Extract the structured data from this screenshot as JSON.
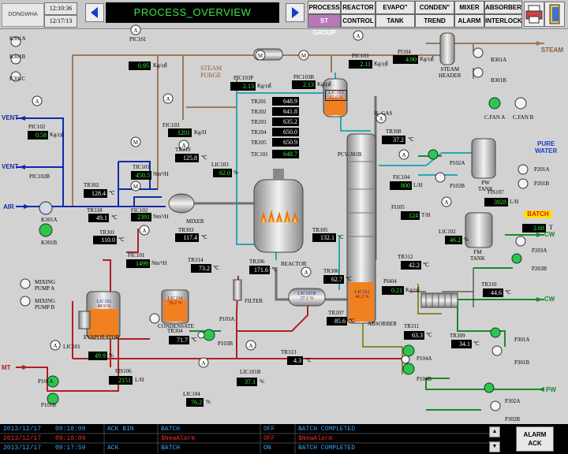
{
  "header": {
    "logo": "DONGWHA",
    "time": "12:10:36",
    "date": "12/17/13",
    "title": "PROCESS_OVERVIEW"
  },
  "nav": {
    "row1": [
      "PROCESS",
      "REACTOR",
      "EVAPO\"",
      "CONDEN\"",
      "MIXER",
      "ABSORBER"
    ],
    "row2": [
      "ST GROUP",
      "CONTROL",
      "TANK",
      "TREND",
      "ALARM",
      "INTERLOCK"
    ]
  },
  "tags": {
    "K301A": "K301A",
    "K301B": "K301B",
    "K301C": "K301C",
    "PIC101": "PIC101",
    "PIC101_val": "0.95",
    "PIC101_unit": "Kg/㎠",
    "steam_purge": "STEAM\nPURGE",
    "PIC103P": "PIC103P",
    "PIC103P_val": "2.13",
    "PIC103P_unit": "Kg/㎠",
    "PIC103B": "PIC103B",
    "PIC103B_val": "2.13",
    "PIC103B_unit": "Kg/㎠",
    "PIC103": "PIC103",
    "PIC103_val": "2.11",
    "PIC103_unit": "Kg/㎠",
    "PI104": "PI104",
    "PI104_val": "4.90",
    "PI104_unit": "Kg/㎠",
    "steam_header": "STEAM\nHEADER",
    "steam": "STEAM",
    "B301A": "B301A",
    "B301B": "B301B",
    "vent1": "VENT",
    "vent2": "VENT",
    "air": "AIR",
    "mt": "MT",
    "cw1": "CW",
    "cw2": "CW",
    "pw": "PW",
    "PIC102": "PIC102",
    "PIC102_val": "0.58",
    "PIC102_unit": "Kg/㎠",
    "PIC102B": "PIC102B",
    "FIC103": "FIC103",
    "FIC103_val": "1201",
    "FIC103_unit": "Kg/H",
    "TR319": "TR319",
    "TR319_val": "125.8",
    "TR319_unit": "℃",
    "LIC103": "LIC103",
    "LIC103_val": "62.0",
    "LIC103_unit": "%",
    "TR201": "TR201",
    "TR201_val": "648.9",
    "TR202": "TR202",
    "TR202_val": "641.8",
    "TR203": "TR203",
    "TR203_val": "635.2",
    "TR204": "TR204",
    "TR204_val": "650.0",
    "TR205": "TR205",
    "TR205_val": "650.9",
    "TIC101": "TIC101",
    "TIC101_val": "648.7",
    "LIC103_box": "LIC103",
    "LIC103_box_val": "62.0 %",
    "H2GAS": "H₂ GAS",
    "PCV301B": "PCV-301B",
    "TR308": "TR308",
    "TR308_val": "37.2",
    "TR308_unit": "℃",
    "CFANA": "C.FAN A",
    "CFANB": "C.FAN B",
    "pure_water": "PURE\nWATER",
    "TR302": "TR302",
    "TR302_val": "128.4",
    "TR302_unit": "℃",
    "TIC101b": "TIC101",
    "TIC101b_val": "450.5",
    "TIC101b_unit": "Nm³/H",
    "FIC102": "FIC102",
    "FIC102_val": "2391",
    "FIC102_unit": "Nm³/H",
    "TR318": "TR318",
    "TR318_val": "49.1",
    "TR318_unit": "℃",
    "K301A2": "K301A",
    "K301B2": "K301B",
    "mixer": "MIXER",
    "FIC104": "FIC104",
    "FIC104_val": "800",
    "FIC104_unit": "L/H",
    "P102A": "P102A",
    "P102B": "P102B",
    "PW_TANK": "PW\nTANK",
    "P201A": "P201A",
    "P201B": "P201B",
    "FIS107": "FIS107",
    "FIS107_val": "3928",
    "FIS107_unit": "L/H",
    "batch": "BATCH",
    "batch_val": "2.68",
    "batch_unit": "T",
    "TR301": "TR301",
    "TR301_val": "110.0",
    "TR301_unit": "℃",
    "TR303": "TR303",
    "TR303_val": "117.4",
    "TR303_unit": "℃",
    "FI105": "FI105",
    "FI105_val": "124",
    "FI105_unit": "T/H",
    "LIC102": "LIC102",
    "LIC102_val": "46.2",
    "LIC102_unit": "%",
    "FM_TANK": "FM\nTANK",
    "P203A": "P203A",
    "P203B": "P203B",
    "FIC101": "FIC101",
    "FIC101_val": "1499",
    "FIC101_unit": "Nm³/H",
    "TR305": "TR305",
    "TR305_val": "132.1",
    "TR305_unit": "℃",
    "TR314": "TR314",
    "TR314_val": "73.2",
    "TR314_unit": "℃",
    "TR206": "TR206",
    "TR206_val": "171.6",
    "TR206_unit": "℃",
    "reactor": "REACTOR",
    "TR312": "TR312",
    "TR312_val": "42.2",
    "TR312_unit": "℃",
    "mixing_a": "MIXING\nPUMP A",
    "mixing_b": "MIXING\nPUMP B",
    "LIC101_box": "LIC101",
    "LIC101_box_val": "49.9 %",
    "LIC104_box": "LIC104",
    "LIC104_box_val": "76.2 %",
    "TR306": "TR306",
    "TR306_val": "62.7",
    "TR306_unit": "℃",
    "PI404": "PI404",
    "PI404_val": "0.21",
    "PI404_unit": "Kg/㎠",
    "TR310": "TR310",
    "TR310_val": "44.6",
    "TR310_unit": "℃",
    "filter": "FILTER",
    "LIC101B_box": "LIC101B",
    "LIC101B_box_val": "37.1 %",
    "LIC102_box": "LIC102",
    "LIC102_box_val": "46.2 %",
    "condensate": "CONDENSATE",
    "P103A": "P103A",
    "P103B": "P103B",
    "TR207": "TR207",
    "TR207_val": "85.6",
    "TR207_unit": "℃",
    "absorber": "ABSORBER",
    "evaporator": "EVAPORATOR",
    "TR304": "TR304",
    "TR304_val": "71.7",
    "TR304_unit": "℃",
    "TR311": "TR311",
    "TR311_val": "63.3",
    "TR311_unit": "℃",
    "TR309": "TR309",
    "TR309_val": "34.1",
    "TR309_unit": "℃",
    "P301A": "P301A",
    "P301B": "P301B",
    "LIC101": "LIC101",
    "LIC101_val": "49.9",
    "LIC101_unit": "%",
    "TR313": "TR313",
    "TR313_val": "4.3",
    "TR313_unit": "℃",
    "P104A": "P104A",
    "P104B": "P104B",
    "FIS106": "FIS106",
    "FIS106_val": "2151",
    "FIS106_unit": "L/H",
    "LIC101B": "LIC101B",
    "LIC101B_val": "37.1",
    "LIC101B_unit": "%",
    "P101A": "P101A",
    "P101B": "P101B",
    "LIC104": "LIC104",
    "LIC104_val": "76.2",
    "LIC104_unit": "%",
    "P302A": "P302A",
    "P302B": "P302B"
  },
  "alarms": [
    {
      "date": "2013/12/17",
      "time": "09:18:09",
      "type": "ACK BIN",
      "group": "BATCH",
      "state": "OFF",
      "msg": "BATCH COMPLETED",
      "color": "#3aa8ff"
    },
    {
      "date": "2013/12/17",
      "time": "09:18:09",
      "type": "",
      "group": "$NewAlarm",
      "state": "OFF",
      "msg": "$NewAlarm",
      "color": "#ff2a2a"
    },
    {
      "date": "2013/12/17",
      "time": "09:17:59",
      "type": "ACK",
      "group": "BATCH",
      "state": "ON",
      "msg": "BATCH COMPLETED",
      "color": "#3aa8ff"
    }
  ],
  "alarm_ack": {
    "line1": "ALARM",
    "line2": "ACK"
  },
  "colors": {
    "title_text": "#3ee83e",
    "alarm_red": "#ff2a2a",
    "alarm_blue": "#3aa8ff",
    "pipe_brown": "#a07858",
    "pipe_teal": "#2aa8b0",
    "pipe_blue": "#102aa8",
    "pipe_red": "#b02020",
    "pipe_green": "#1a8a2a",
    "pipe_olive": "#8a8a30",
    "tank_orange": "#f08020"
  }
}
